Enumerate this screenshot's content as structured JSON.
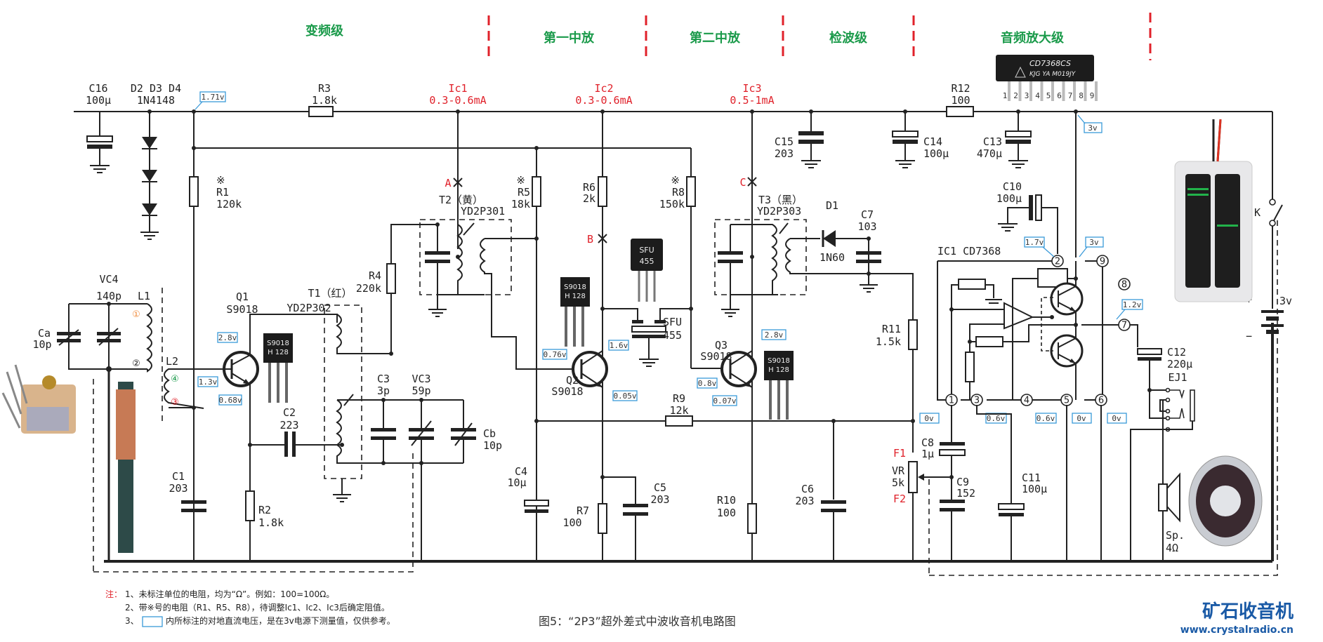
{
  "stages": [
    "变频级",
    "第一中放",
    "第二中放",
    "检波级",
    "音频放大级"
  ],
  "currents": [
    {
      "name": "Ic1",
      "range": "0.3-0.6mA"
    },
    {
      "name": "Ic2",
      "range": "0.3-0.6mA"
    },
    {
      "name": "Ic3",
      "range": "0.5-1mA"
    }
  ],
  "test_points": [
    "A",
    "B",
    "C"
  ],
  "components": {
    "C16": {
      "name": "C16",
      "value": "100μ"
    },
    "D234": {
      "name": "D2 D3 D4",
      "value": "1N4148"
    },
    "R3": {
      "name": "R3",
      "value": "1.8k"
    },
    "R1": {
      "name": "R1",
      "value": "120k",
      "mark": "※"
    },
    "R4": {
      "name": "R4",
      "value": "220k"
    },
    "R5": {
      "name": "R5",
      "value": "18k",
      "mark": "※"
    },
    "R6": {
      "name": "R6",
      "value": "2k"
    },
    "R8": {
      "name": "R8",
      "value": "150k",
      "mark": "※"
    },
    "T2": {
      "name": "T2（黄）",
      "value": "YD2P301"
    },
    "T1": {
      "name": "T1（红）",
      "value": "YD2P302"
    },
    "T3": {
      "name": "T3（黑）",
      "value": "YD2P303"
    },
    "C15": {
      "name": "C15",
      "value": "203"
    },
    "C14": {
      "name": "C14",
      "value": "100μ"
    },
    "R12": {
      "name": "R12",
      "value": "100"
    },
    "C13": {
      "name": "C13",
      "value": "470μ"
    },
    "C10": {
      "name": "C10",
      "value": "100μ"
    },
    "D1": {
      "name": "D1",
      "value": "1N60"
    },
    "C7": {
      "name": "C7",
      "value": "103"
    },
    "VC4": {
      "name": "VC4",
      "value": "140p"
    },
    "L1": {
      "name": "L1"
    },
    "L2": {
      "name": "L2"
    },
    "Ca": {
      "name": "Ca",
      "value": "10p"
    },
    "Q1": {
      "name": "Q1",
      "value": "S9018"
    },
    "Q2": {
      "name": "Q2",
      "value": "S9018"
    },
    "Q3": {
      "name": "Q3",
      "value": "S9018"
    },
    "SFU": {
      "name": "SFU",
      "value": "455"
    },
    "R11": {
      "name": "R11",
      "value": "1.5k"
    },
    "C3": {
      "name": "C3",
      "value": "3p"
    },
    "VC3": {
      "name": "VC3",
      "value": "59p"
    },
    "Cb": {
      "name": "Cb",
      "value": "10p"
    },
    "C2": {
      "name": "C2",
      "value": "223"
    },
    "C1": {
      "name": "C1",
      "value": "203"
    },
    "R2": {
      "name": "R2",
      "value": "1.8k"
    },
    "R9": {
      "name": "R9",
      "value": "12k"
    },
    "C4": {
      "name": "C4",
      "value": "10μ"
    },
    "R7": {
      "name": "R7",
      "value": "100"
    },
    "C5": {
      "name": "C5",
      "value": "203"
    },
    "R10": {
      "name": "R10",
      "value": "100"
    },
    "C6": {
      "name": "C6",
      "value": "203"
    },
    "VR": {
      "name": "VR",
      "value": "5k",
      "f1": "F1",
      "f2": "F2"
    },
    "C8": {
      "name": "C8",
      "value": "1μ"
    },
    "C9": {
      "name": "C9",
      "value": "152"
    },
    "C11": {
      "name": "C11",
      "value": "100μ"
    },
    "C12": {
      "name": "C12",
      "value": "220μ"
    },
    "EJ1": {
      "name": "EJ1"
    },
    "SP": {
      "name": "Sp.",
      "value": "4Ω"
    },
    "K": {
      "name": "K"
    },
    "BAT": {
      "value": "3v",
      "plus": "+",
      "minus": "−"
    },
    "IC1": {
      "name": "IC1  CD7368"
    }
  },
  "coil_taps": [
    "①",
    "②",
    "③",
    "④"
  ],
  "ic_pins": [
    "1",
    "2",
    "3",
    "4",
    "5",
    "6",
    "7",
    "8",
    "9"
  ],
  "ic_photo": {
    "line1": "CD7368CS",
    "line2": "KJG YA  M019JY",
    "pins": [
      "1",
      "2",
      "3",
      "4",
      "5",
      "6",
      "7",
      "8",
      "9"
    ]
  },
  "transistor_photo": {
    "line1": "S9018",
    "line2": "H 128"
  },
  "sfu_photo": {
    "line1": "SFU",
    "line2": "455"
  },
  "voltages": {
    "supply_171": "1.71v",
    "q1_c": "2.8v",
    "q1_b": "1.3v",
    "q1_e": "0.68v",
    "q2_c": "1.6v",
    "q2_b": "0.76v",
    "q2_e": "0.05v",
    "q3_c": "2.8v",
    "q3_b": "0.8v",
    "q3_e": "0.07v",
    "vcc": "3v",
    "pin2": "1.7v",
    "pin9": "3v",
    "pin7": "1.2v",
    "pin1": "0v",
    "pin3": "0.6v",
    "pin4": "0.6v",
    "pin5": "0v",
    "pin6": "0v"
  },
  "notes": {
    "prefix": "注：",
    "line1": "1、未标注单位的电阻，均为“Ω”。例如：100=100Ω。",
    "line2": "2、带※号的电阻（R1、R5、R8），待调整Ic1、Ic2、Ic3后确定阻值。",
    "line3a": "3、",
    "line3b": "内所标注的对地直流电压，是在3v电源下测量值，仅供参考。"
  },
  "caption": "图5：“2P3”超外差式中波收音机电路图",
  "brand": {
    "name": "矿石收音机",
    "url": "www.crystalradio.cn"
  }
}
